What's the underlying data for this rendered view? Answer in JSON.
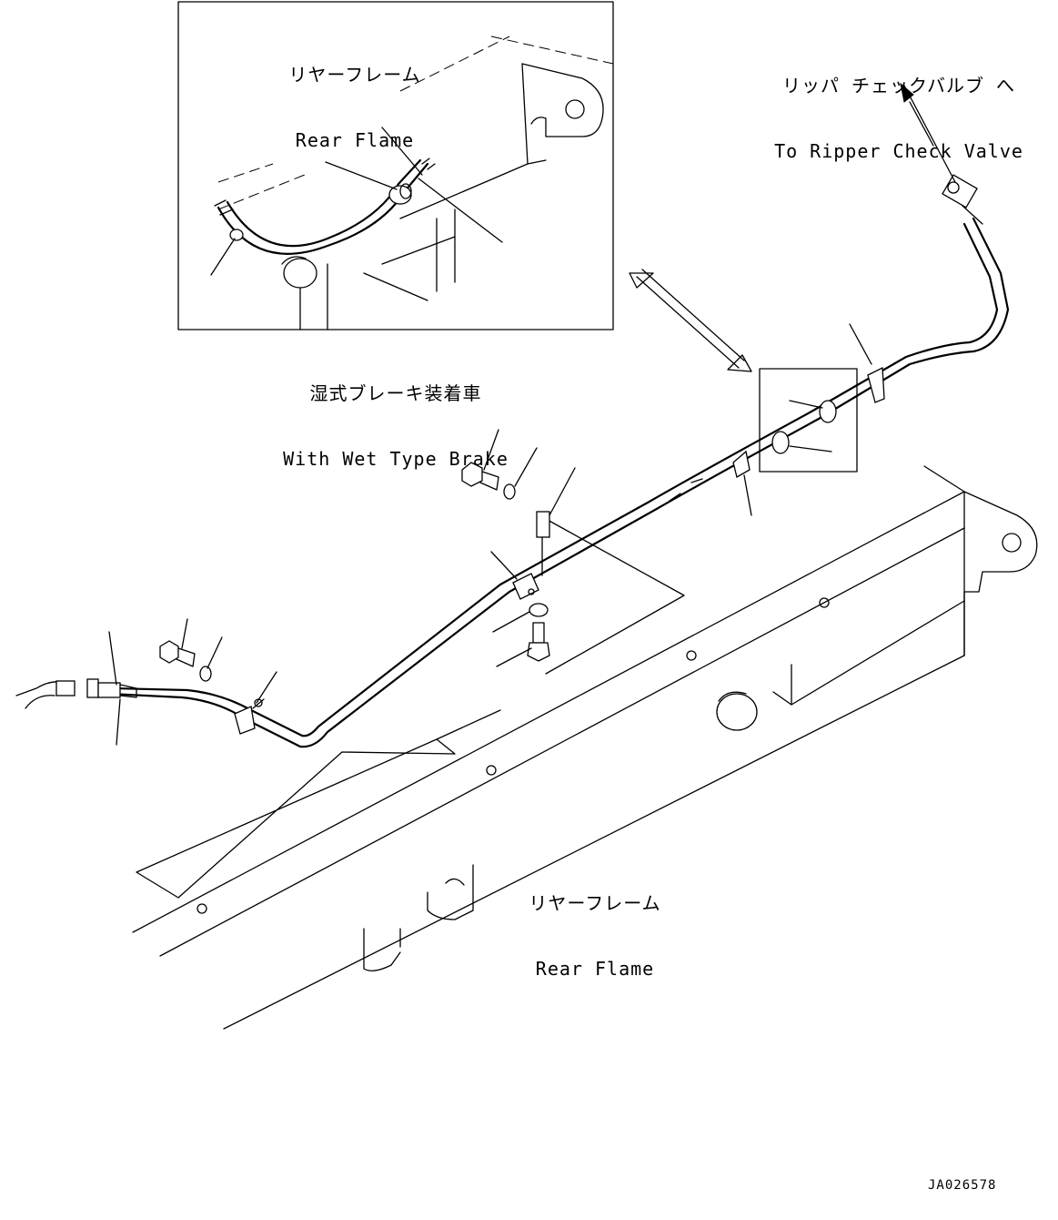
{
  "inset": {
    "frame_label_jp": "リヤーフレーム",
    "frame_label_en": "Rear Flame",
    "caption_jp": "湿式ブレーキ装着車",
    "caption_en": "With Wet Type Brake"
  },
  "destination": {
    "label_jp": "リッパ チェックバルブ へ",
    "label_en": "To Ripper Check Valve"
  },
  "main_frame": {
    "label_jp": "リヤーフレーム",
    "label_en": "Rear Flame"
  },
  "drawing_code": "JA026578"
}
